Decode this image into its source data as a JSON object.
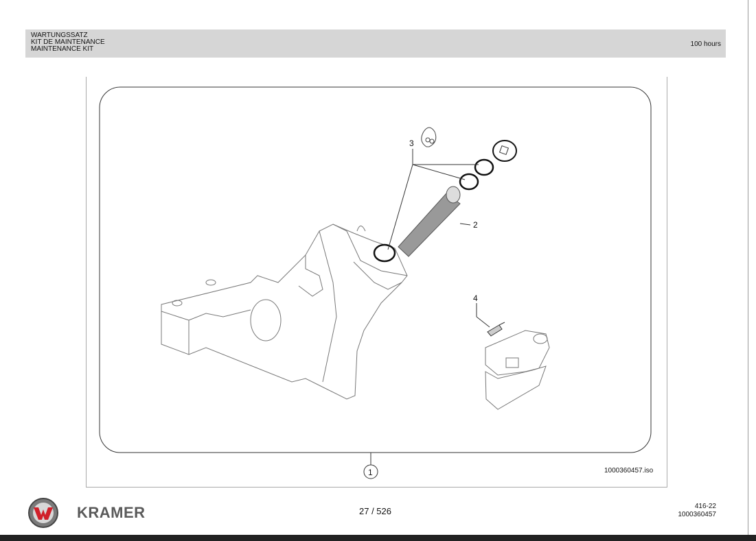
{
  "header": {
    "titles": [
      "WARTUNGSSATZ",
      "KIT DE MAINTENANCE",
      "MAINTENANCE KIT"
    ],
    "interval": "100 hours"
  },
  "figure": {
    "callouts": [
      "1",
      "2",
      "3",
      "4"
    ],
    "file_name": "1000360457.iso"
  },
  "footer": {
    "brand": "KRAMER",
    "page": "27 / 526",
    "revision": "416-22",
    "document_number": "1000360457"
  },
  "colors": {
    "header_bg": "#d6d6d6",
    "logo_red": "#d0202a"
  }
}
